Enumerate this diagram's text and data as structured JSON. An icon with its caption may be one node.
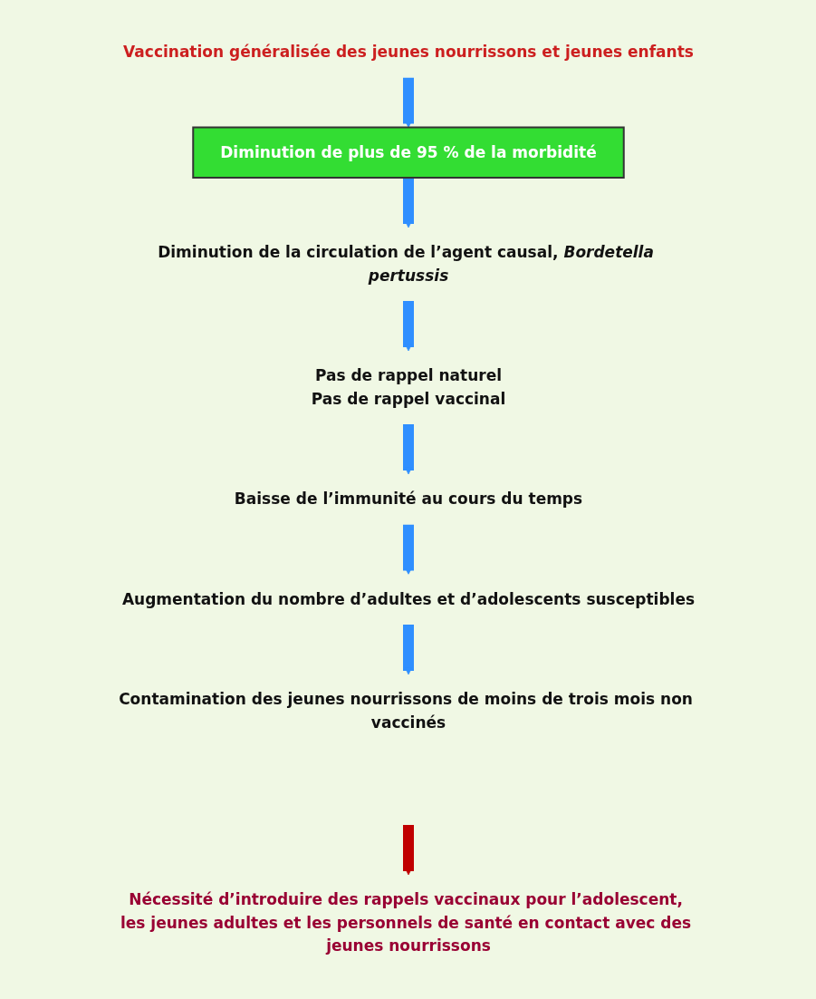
{
  "diagram": {
    "nodes": [
      {
        "text": [
          "Vaccination généralisée des jeunes nourrissons et jeunes enfants"
        ]
      },
      {
        "text": [
          "Diminution de plus de 95 % de la morbidité"
        ]
      },
      {
        "text": [
          "Diminution de la circulation de l’agent causal, *Bordetella pertussis*"
        ]
      },
      {
        "text": [
          "Pas de rappel naturel",
          "Pas de rappel vaccinal"
        ]
      },
      {
        "text": [
          "Baisse de l’immunité au cours du temps"
        ]
      },
      {
        "text": [
          "Augmentation du nombre d’adultes et d’adolescents susceptibles"
        ]
      },
      {
        "text": [
          "Contamination des jeunes nourrissons de moins de trois mois non vaccinés"
        ]
      },
      {
        "text": [
          "Nécessité d’introduire des rappels vaccinaux pour l’adolescent, les jeunes adultes et les personnels de santé en contact avec des jeunes nourrissons"
        ]
      }
    ],
    "edges": [
      {
        "from": 0,
        "to": 1,
        "arrow": "to"
      },
      {
        "from": 1,
        "to": 2,
        "arrow": "to"
      },
      {
        "from": 2,
        "to": 3,
        "arrow": "to"
      },
      {
        "from": 3,
        "to": 4,
        "arrow": "to"
      },
      {
        "from": 4,
        "to": 5,
        "arrow": "to"
      },
      {
        "from": 5,
        "to": 6,
        "arrow": "to"
      },
      {
        "from": null,
        "to": 7,
        "arrow": "to",
        "color": "#c00000"
      }
    ]
  }
}
